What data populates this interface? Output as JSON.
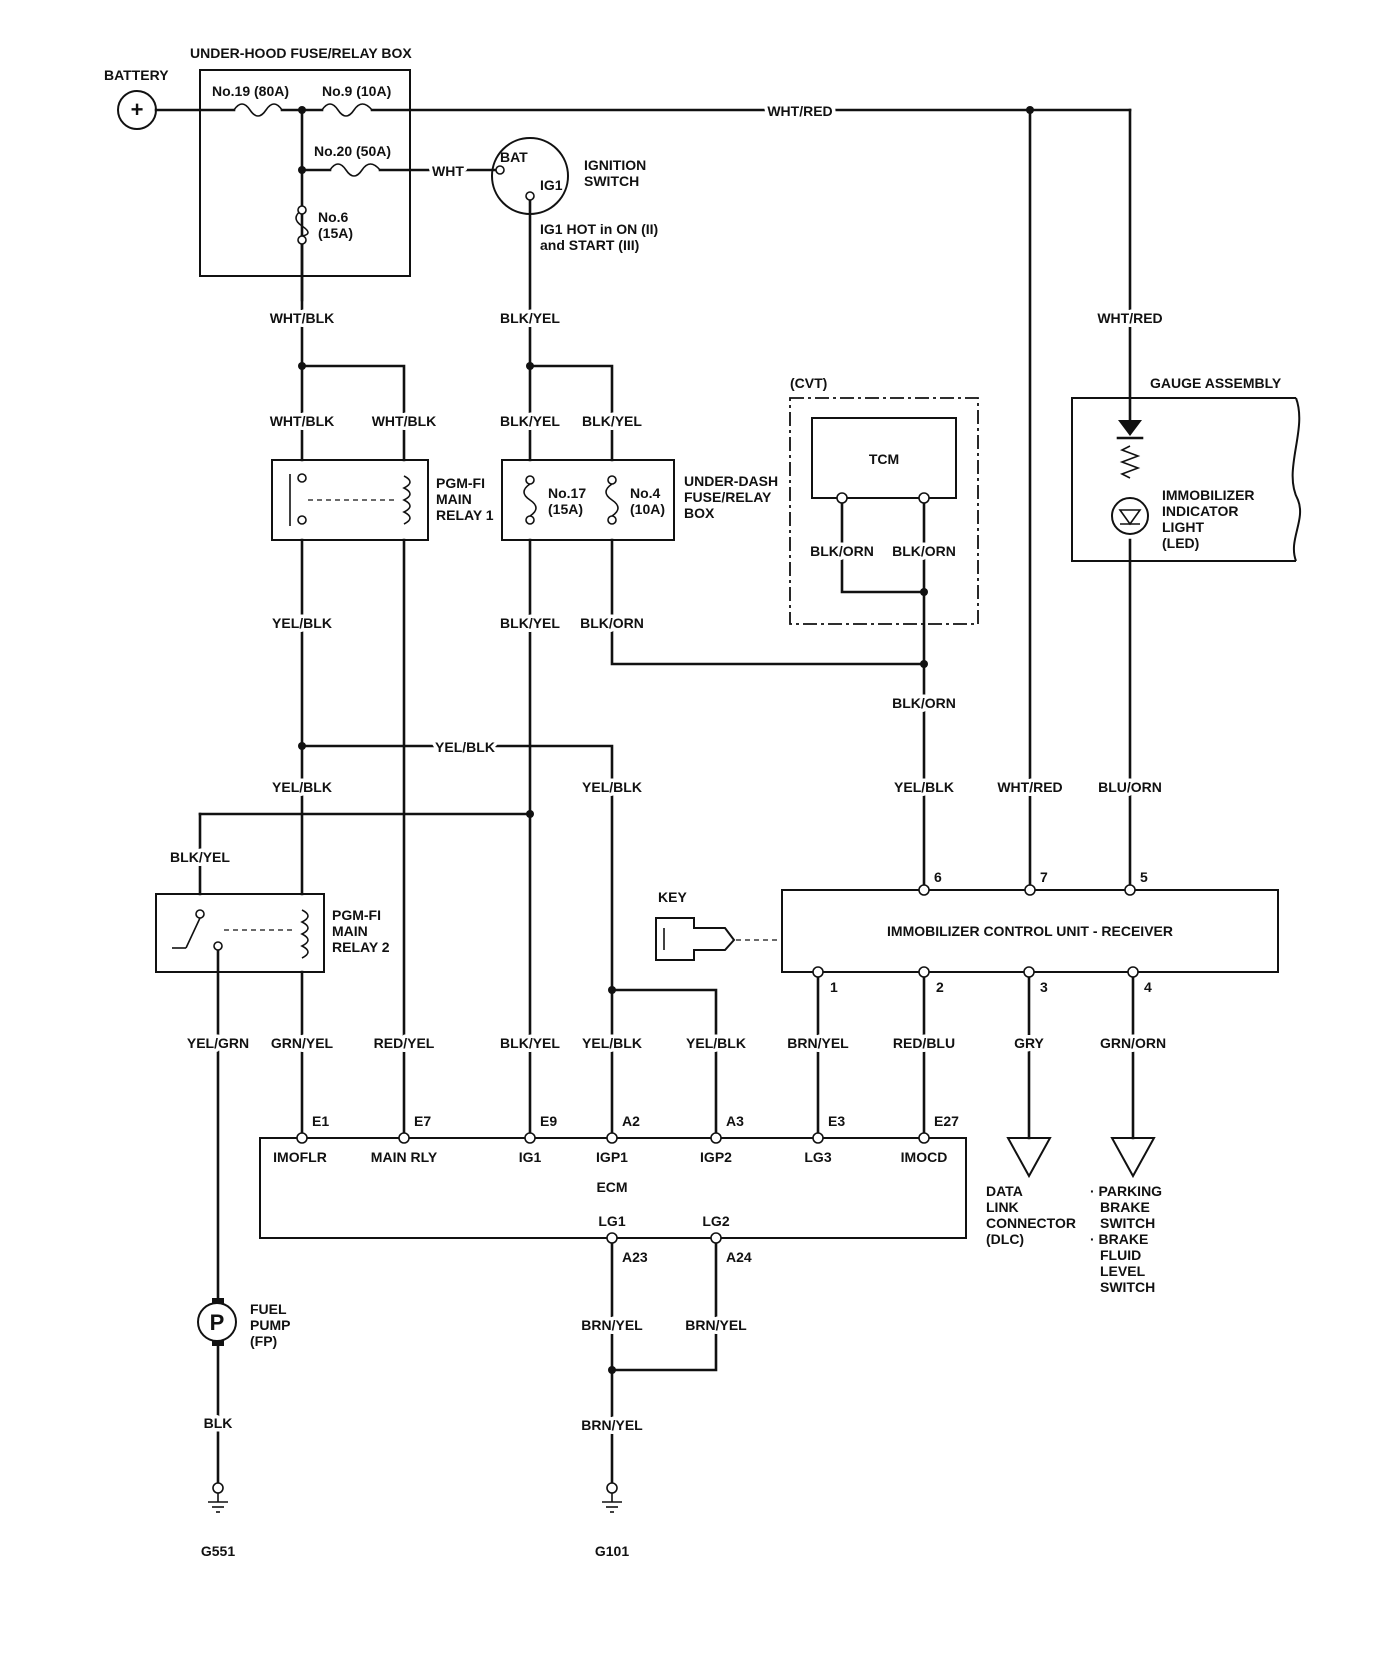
{
  "wire_colors": {
    "wht_red": "WHT/RED",
    "wht": "WHT",
    "wht_blk": "WHT/BLK",
    "blk_yel": "BLK/YEL",
    "yel_blk": "YEL/BLK",
    "blk_orn": "BLK/ORN",
    "blu_orn": "BLU/ORN",
    "yel_grn": "YEL/GRN",
    "grn_yel": "GRN/YEL",
    "red_yel": "RED/YEL",
    "brn_yel": "BRN/YEL",
    "red_blu": "RED/BLU",
    "gry": "GRY",
    "grn_orn": "GRN/ORN",
    "blk": "BLK"
  },
  "components": {
    "battery": "BATTERY",
    "under_hood_box": "UNDER-HOOD FUSE/RELAY BOX",
    "fuse_19": "No.19 (80A)",
    "fuse_9": "No.9 (10A)",
    "fuse_20": "No.20 (50A)",
    "fuse_6": [
      "No.6",
      "(15A)"
    ],
    "ignition_switch": [
      "IGNITION",
      "SWITCH"
    ],
    "bat": "BAT",
    "ig1": "IG1",
    "ig1_hot": [
      "IG1 HOT in ON (II)",
      "and START (III)"
    ],
    "pgm_fi_relay_1": [
      "PGM-FI",
      "MAIN",
      "RELAY 1"
    ],
    "fuse_17": [
      "No.17",
      "(15A)"
    ],
    "fuse_4": [
      "No.4",
      "(10A)"
    ],
    "under_dash_box": [
      "UNDER-DASH",
      "FUSE/RELAY",
      "BOX"
    ],
    "cvt": "(CVT)",
    "tcm": "TCM",
    "gauge_assembly": "GAUGE ASSEMBLY",
    "immobilizer_light": [
      "IMMOBILIZER",
      "INDICATOR",
      "LIGHT",
      "(LED)"
    ],
    "pgm_fi_relay_2": [
      "PGM-FI",
      "MAIN",
      "RELAY 2"
    ],
    "key": "KEY",
    "immobilizer_unit": "IMMOBILIZER CONTROL UNIT - RECEIVER",
    "ecm": "ECM",
    "dlc": [
      "DATA",
      "LINK",
      "CONNECTOR",
      "(DLC)"
    ],
    "brake_switches": [
      "· PARKING",
      "BRAKE",
      "SWITCH",
      "· BRAKE",
      "FLUID",
      "LEVEL",
      "SWITCH"
    ],
    "fuel_pump": [
      "FUEL",
      "PUMP",
      "(FP)"
    ],
    "pump_symbol": "P",
    "battery_symbol": "+",
    "ground_g551": "G551",
    "ground_g101": "G101"
  },
  "immobilizer_pins": [
    "6",
    "7",
    "5",
    "1",
    "2",
    "3",
    "4"
  ],
  "ecm_pins": [
    "E1",
    "E7",
    "E9",
    "A2",
    "A3",
    "E3",
    "E27",
    "LG1",
    "LG2",
    "A23",
    "A24"
  ],
  "ecm_terminals": [
    "IMOFLR",
    "MAIN RLY",
    "IG1",
    "IGP1",
    "IGP2",
    "LG3",
    "IMOCD"
  ]
}
